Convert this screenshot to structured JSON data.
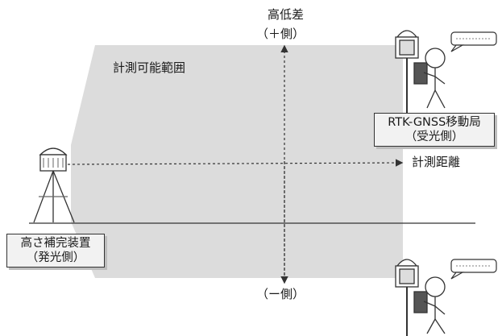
{
  "labels": {
    "elevation_title": "高低差",
    "elevation_plus": "（＋側）",
    "elevation_minus": "（ー側）",
    "range": "計測可能範囲",
    "distance": "計測距離"
  },
  "receiver_box": {
    "line1": "RTK-GNSS移動局",
    "line2": "（受光側）"
  },
  "emitter_box": {
    "line1": "高さ補完装置",
    "line2": "（発光側）"
  },
  "colors": {
    "range_fill": "#dcdcdc",
    "line": "#333333",
    "box_fill": "#f2f2f2"
  },
  "icons": [
    "emitter-tripod-icon",
    "gnss-rover-person-icon",
    "speech-bubble-icon"
  ]
}
